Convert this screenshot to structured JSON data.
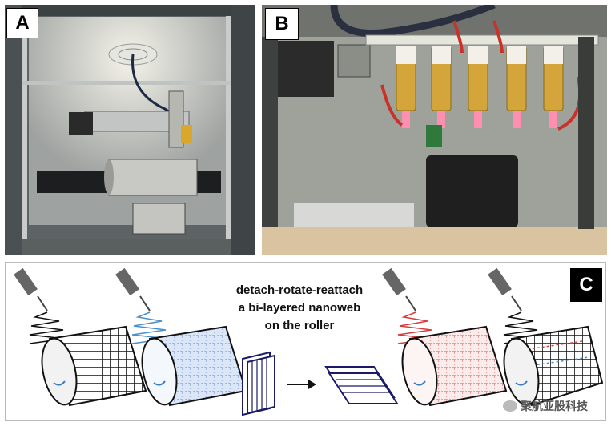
{
  "panels": {
    "a_label": "A",
    "b_label": "B",
    "c_label": "C"
  },
  "caption": {
    "line1": "detach-rotate-reattach",
    "line2": "a bi-layered nanoweb",
    "line3": "on the roller"
  },
  "watermark": {
    "text": "聚航亚股科技"
  },
  "colors": {
    "blue": "#4a90c8",
    "red": "#d83a3a",
    "navy": "#1a1a66",
    "amber": "#c99a2a"
  }
}
